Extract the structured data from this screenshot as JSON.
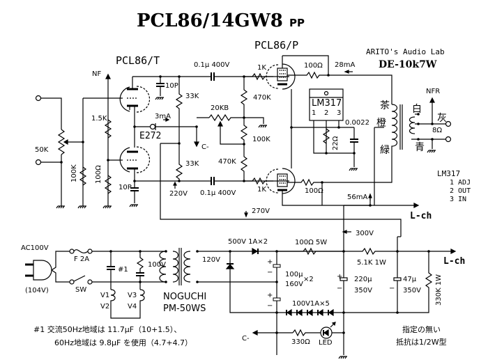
{
  "title": {
    "main": "PCL86/14GW8",
    "suffix": "PP"
  },
  "credit": {
    "lab": "ARITO's Audio Lab",
    "model": "DE-10k7W"
  },
  "tubes": {
    "driver": "PCL86/T",
    "power": "PCL86/P"
  },
  "amp": {
    "nf_in": "NF",
    "nfr_out": "NFR",
    "input_volume": "50K",
    "grid_leak": "100K",
    "cathode_r1": "1.5K",
    "cathode_r2": "100Ω",
    "plate_cap_top": "10P",
    "plate_cap_bottom": "10P",
    "load_top": "33K",
    "load_bottom": "33K",
    "ccs_current": "3mA",
    "ccs_diode": "E272",
    "coupling_top": "0.1μ 400V",
    "coupling_bottom": "0.1μ 400V",
    "bias_pot": "20KB",
    "grid_r_top": "470K",
    "grid_r_bottom": "470K",
    "bias_r": "100K",
    "c_minus": "C-",
    "stopper_top": "1K",
    "stopper_bottom": "1K",
    "screen_top": "100Ω",
    "screen_bottom": "100Ω",
    "current_top": "28mA",
    "current_total": "56mA",
    "v_220": "220V",
    "v_270": "270V",
    "reg_name": "LM317",
    "reg_pins": [
      "1",
      "2",
      "3"
    ],
    "reg_r": "22Ω",
    "reg_c": "0.0022",
    "ot_primary": [
      "茶",
      "橙",
      "緑"
    ],
    "ot_secondary": [
      "白",
      "灰",
      "青"
    ],
    "speaker": "8Ω",
    "pin_legend": [
      "LM317",
      "1 ADJ",
      "2 OUT",
      "3 IN"
    ],
    "lch_top": "L-ch"
  },
  "psu": {
    "ac": "AC100V",
    "ac_measured": "(104V)",
    "fuse": "F 2A",
    "switch": "SW",
    "note_ref": "#1",
    "primary": "100V",
    "secondary": "120V",
    "heaters": [
      "V1",
      "V2",
      "V3",
      "V4"
    ],
    "transformer_brand": "NOGUCHI",
    "transformer_model": "PM-50WS",
    "rect_diodes": "500V 1A×2",
    "cap_doubler": [
      "100μ",
      "160V",
      "×2"
    ],
    "r_5w": "100Ω 5W",
    "v_300": "300V",
    "r_1w": "5.1K 1W",
    "cap_220": [
      "220μ",
      "350V"
    ],
    "cap_47": [
      "47μ",
      "350V"
    ],
    "bleeder": "330K 1W",
    "diode_chain": "100V1A×5",
    "led_r": "330Ω",
    "led": "LED",
    "c_minus": "C-",
    "lch": "L-ch"
  },
  "notes": {
    "footnote_1": "#1   交流50Hz地域は 11.7μF（10+1.5）、",
    "footnote_2": "60Hz地域は 9.8μF を使用（4.7+4.7）",
    "resistor_1": "指定の無い",
    "resistor_2": "抵抗は1/2W型"
  }
}
